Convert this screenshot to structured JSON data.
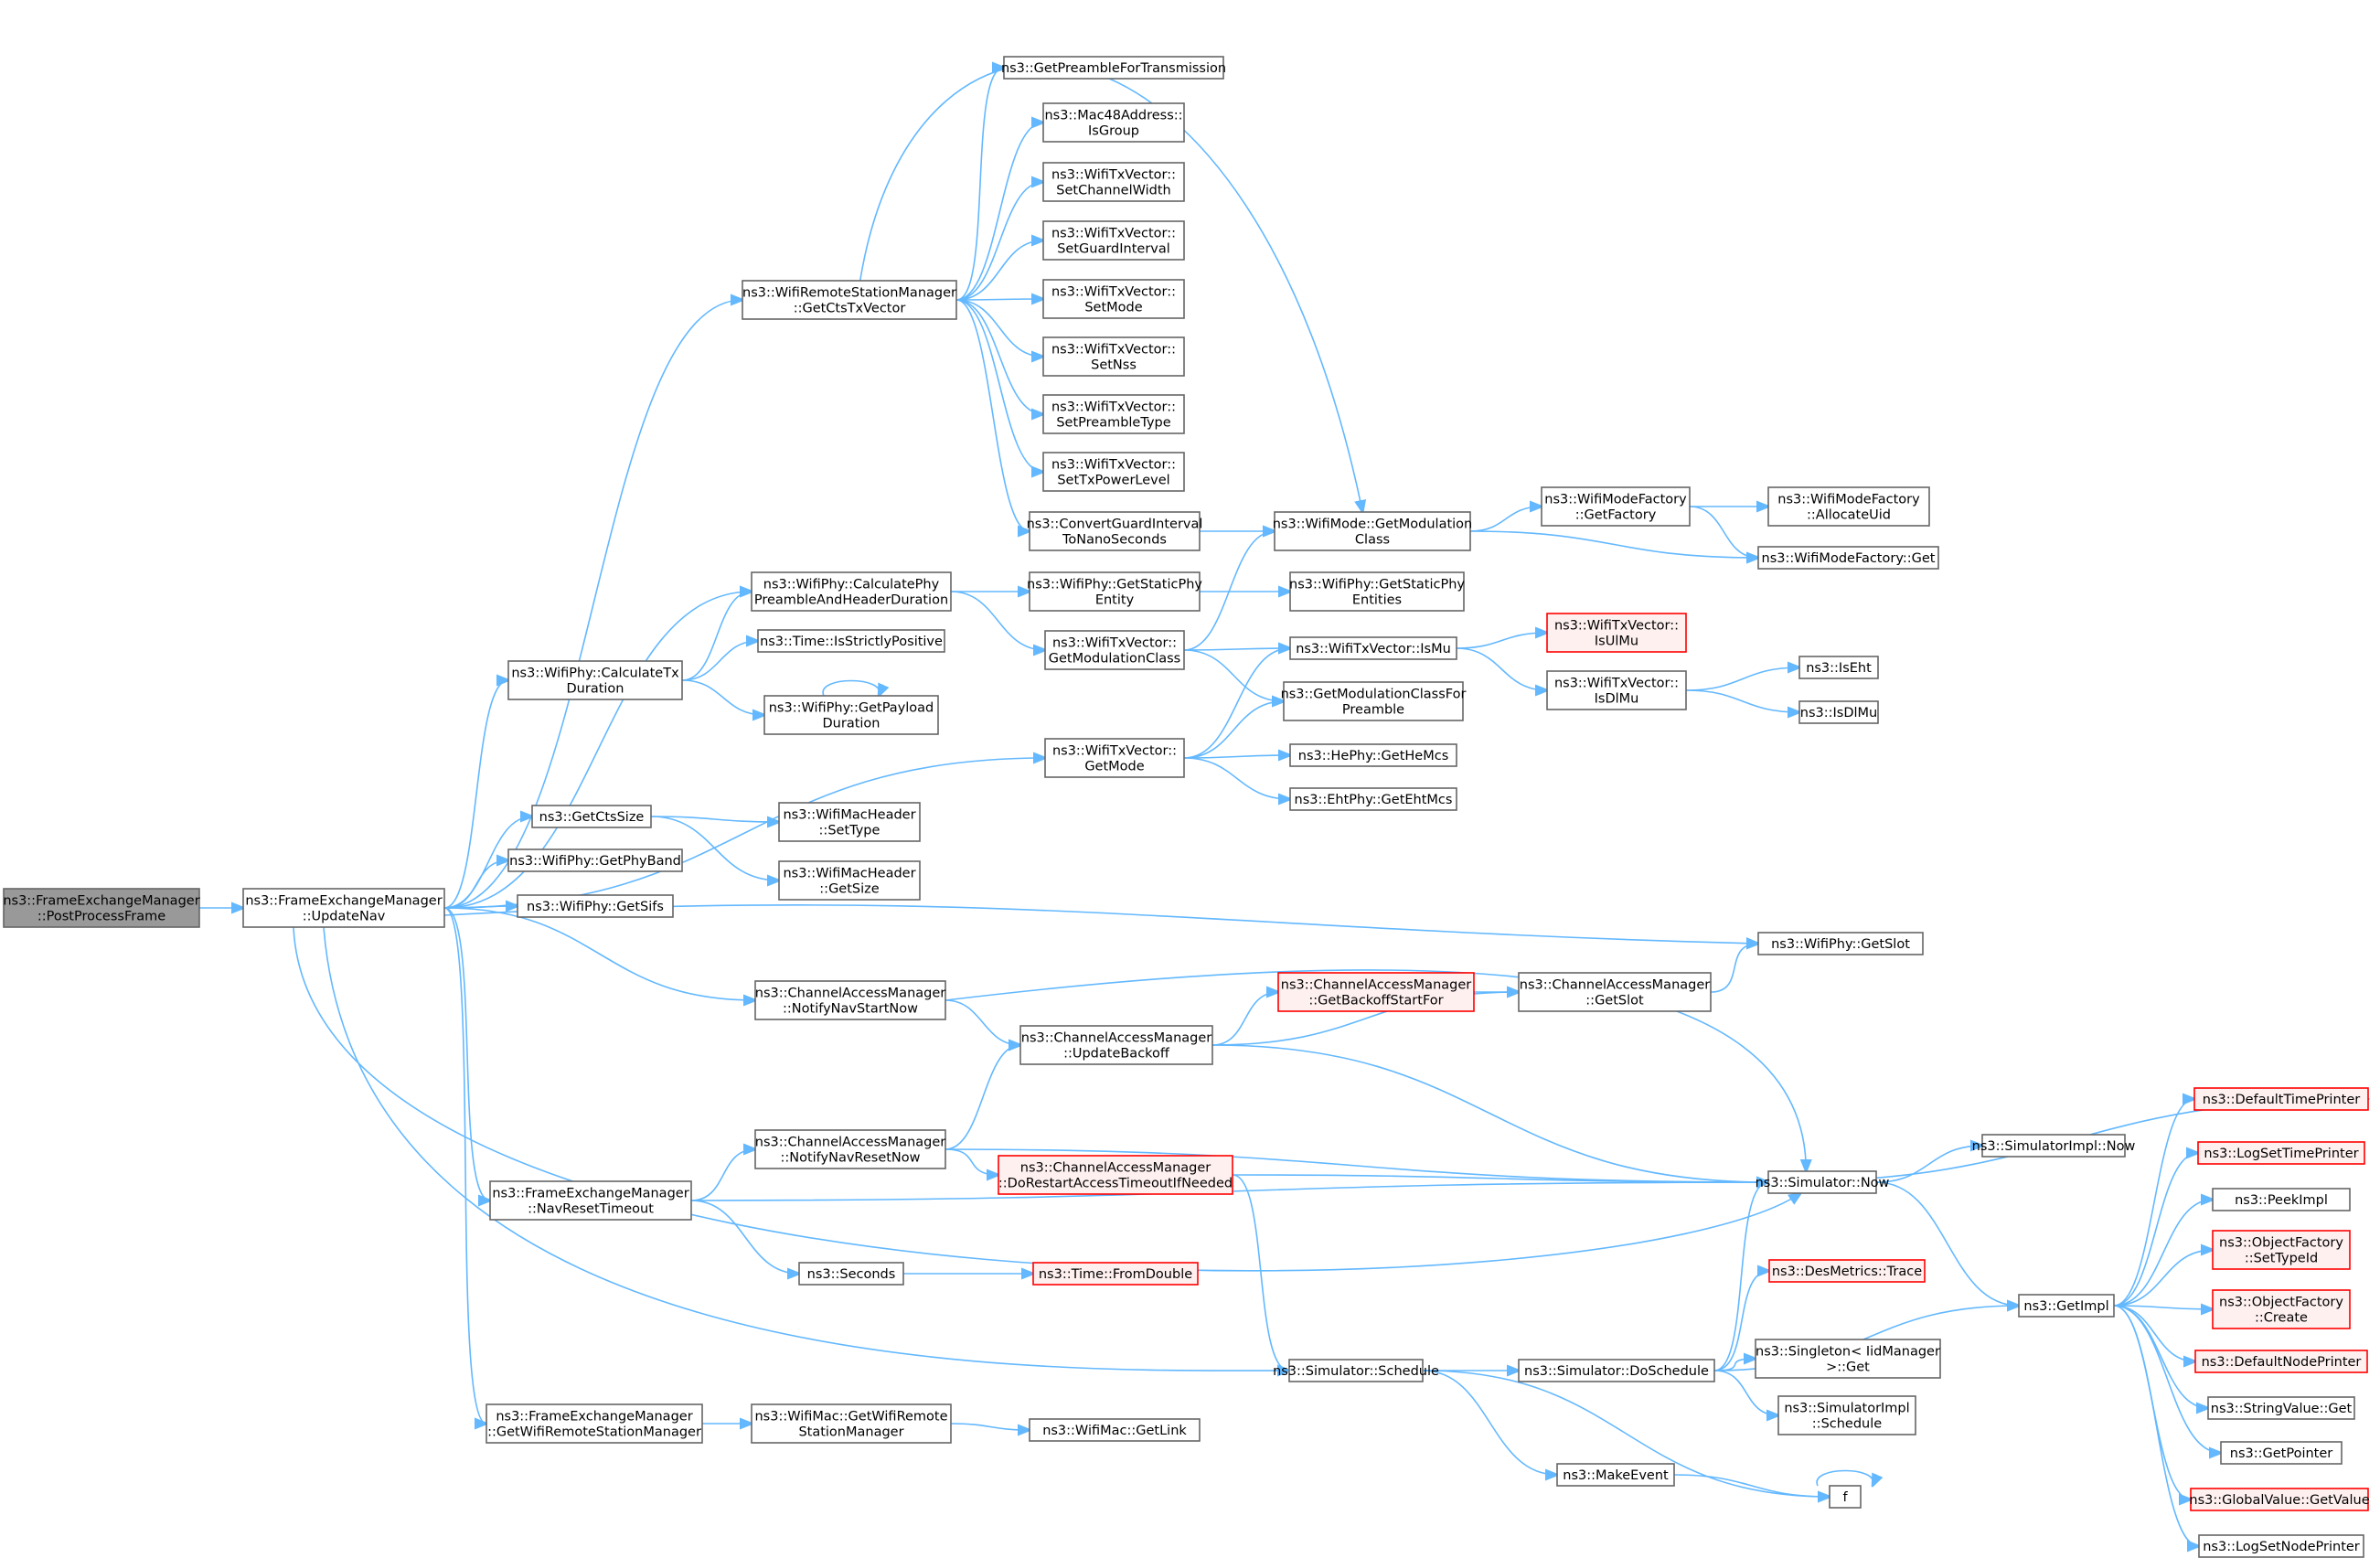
{
  "nodes": [
    {
      "id": "root",
      "lines": [
        "ns3::FrameExchangeManager",
        "::PostProcessFrame"
      ],
      "style": "root"
    },
    {
      "id": "updatenav",
      "lines": [
        "ns3::FrameExchangeManager",
        "::UpdateNav"
      ]
    },
    {
      "id": "getctstxvector",
      "lines": [
        "ns3::WifiRemoteStationManager",
        "::GetCtsTxVector"
      ]
    },
    {
      "id": "getpreamblefortx",
      "lines": [
        "ns3::GetPreambleForTransmission"
      ]
    },
    {
      "id": "isgroup",
      "lines": [
        "ns3::Mac48Address::",
        "IsGroup"
      ]
    },
    {
      "id": "setchannelwidth",
      "lines": [
        "ns3::WifiTxVector::",
        "SetChannelWidth"
      ]
    },
    {
      "id": "setguardinterval",
      "lines": [
        "ns3::WifiTxVector::",
        "SetGuardInterval"
      ]
    },
    {
      "id": "setmode",
      "lines": [
        "ns3::WifiTxVector::",
        "SetMode"
      ]
    },
    {
      "id": "setnss",
      "lines": [
        "ns3::WifiTxVector::",
        "SetNss"
      ]
    },
    {
      "id": "setpreambletype",
      "lines": [
        "ns3::WifiTxVector::",
        "SetPreambleType"
      ]
    },
    {
      "id": "settxpowerlevel",
      "lines": [
        "ns3::WifiTxVector::",
        "SetTxPowerLevel"
      ]
    },
    {
      "id": "convertgi",
      "lines": [
        "ns3::ConvertGuardInterval",
        "ToNanoSeconds"
      ]
    },
    {
      "id": "getmodclass",
      "lines": [
        "ns3::WifiMode::GetModulation",
        "Class"
      ]
    },
    {
      "id": "getfactory",
      "lines": [
        "ns3::WifiModeFactory",
        "::GetFactory"
      ]
    },
    {
      "id": "allocateuid",
      "lines": [
        "ns3::WifiModeFactory",
        "::AllocateUid"
      ]
    },
    {
      "id": "modefactoryget",
      "lines": [
        "ns3::WifiModeFactory::Get"
      ]
    },
    {
      "id": "calcpreamble",
      "lines": [
        "ns3::WifiPhy::CalculatePhy",
        "PreambleAndHeaderDuration"
      ]
    },
    {
      "id": "getstaticphyentity",
      "lines": [
        "ns3::WifiPhy::GetStaticPhy",
        "Entity"
      ]
    },
    {
      "id": "getstaticphyentities",
      "lines": [
        "ns3::WifiPhy::GetStaticPhy",
        "Entities"
      ]
    },
    {
      "id": "txvgetmodclass",
      "lines": [
        "ns3::WifiTxVector::",
        "GetModulationClass"
      ]
    },
    {
      "id": "isstrictlypositive",
      "lines": [
        "ns3::Time::IsStrictlyPositive"
      ]
    },
    {
      "id": "calctxduration",
      "lines": [
        "ns3::WifiPhy::CalculateTx",
        "Duration"
      ]
    },
    {
      "id": "getpayloadduration",
      "lines": [
        "ns3::WifiPhy::GetPayload",
        "Duration"
      ]
    },
    {
      "id": "ismu",
      "lines": [
        "ns3::WifiTxVector::IsMu"
      ]
    },
    {
      "id": "isulmu",
      "lines": [
        "ns3::WifiTxVector::",
        "IsUlMu"
      ],
      "style": "red"
    },
    {
      "id": "isdlmu",
      "lines": [
        "ns3::WifiTxVector::",
        "IsDlMu"
      ]
    },
    {
      "id": "iseht",
      "lines": [
        "ns3::IsEht"
      ]
    },
    {
      "id": "isdlmu2",
      "lines": [
        "ns3::IsDlMu"
      ]
    },
    {
      "id": "getmodclassforpreamble",
      "lines": [
        "ns3::GetModulationClassFor",
        "Preamble"
      ]
    },
    {
      "id": "txvgetmode",
      "lines": [
        "ns3::WifiTxVector::",
        "GetMode"
      ]
    },
    {
      "id": "gethemcs",
      "lines": [
        "ns3::HePhy::GetHeMcs"
      ]
    },
    {
      "id": "getehtmcs",
      "lines": [
        "ns3::EhtPhy::GetEhtMcs"
      ]
    },
    {
      "id": "getctssize",
      "lines": [
        "ns3::GetCtsSize"
      ]
    },
    {
      "id": "settype",
      "lines": [
        "ns3::WifiMacHeader",
        "::SetType"
      ]
    },
    {
      "id": "getsize",
      "lines": [
        "ns3::WifiMacHeader",
        "::GetSize"
      ]
    },
    {
      "id": "getphyband",
      "lines": [
        "ns3::WifiPhy::GetPhyBand"
      ]
    },
    {
      "id": "getsifs",
      "lines": [
        "ns3::WifiPhy::GetSifs"
      ]
    },
    {
      "id": "getslotphy",
      "lines": [
        "ns3::WifiPhy::GetSlot"
      ]
    },
    {
      "id": "notifynavstartnow",
      "lines": [
        "ns3::ChannelAccessManager",
        "::NotifyNavStartNow"
      ]
    },
    {
      "id": "getbackoffstartfor",
      "lines": [
        "ns3::ChannelAccessManager",
        "::GetBackoffStartFor"
      ],
      "style": "red"
    },
    {
      "id": "camgetslot",
      "lines": [
        "ns3::ChannelAccessManager",
        "::GetSlot"
      ]
    },
    {
      "id": "updatebackoff",
      "lines": [
        "ns3::ChannelAccessManager",
        "::UpdateBackoff"
      ]
    },
    {
      "id": "notifynavresetnow",
      "lines": [
        "ns3::ChannelAccessManager",
        "::NotifyNavResetNow"
      ]
    },
    {
      "id": "dorestart",
      "lines": [
        "ns3::ChannelAccessManager",
        "::DoRestartAccessTimeoutIfNeeded"
      ],
      "style": "red"
    },
    {
      "id": "navresettimeout",
      "lines": [
        "ns3::FrameExchangeManager",
        "::NavResetTimeout"
      ]
    },
    {
      "id": "simnow",
      "lines": [
        "ns3::Simulator::Now"
      ]
    },
    {
      "id": "simimplnow",
      "lines": [
        "ns3::SimulatorImpl::Now"
      ]
    },
    {
      "id": "seconds",
      "lines": [
        "ns3::Seconds"
      ]
    },
    {
      "id": "fromdouble",
      "lines": [
        "ns3::Time::FromDouble"
      ],
      "style": "red"
    },
    {
      "id": "desmetrics",
      "lines": [
        "ns3::DesMetrics::Trace"
      ],
      "style": "red"
    },
    {
      "id": "getimpl",
      "lines": [
        "ns3::GetImpl"
      ]
    },
    {
      "id": "singleton",
      "lines": [
        "ns3::Singleton< IidManager",
        ">::Get"
      ]
    },
    {
      "id": "schedule",
      "lines": [
        "ns3::Simulator::Schedule"
      ]
    },
    {
      "id": "doschedule",
      "lines": [
        "ns3::Simulator::DoSchedule"
      ]
    },
    {
      "id": "simimplschedule",
      "lines": [
        "ns3::SimulatorImpl",
        "::Schedule"
      ]
    },
    {
      "id": "makeevent",
      "lines": [
        "ns3::MakeEvent"
      ]
    },
    {
      "id": "f",
      "lines": [
        "f"
      ]
    },
    {
      "id": "getwrsm",
      "lines": [
        "ns3::FrameExchangeManager",
        "::GetWifiRemoteStationManager"
      ]
    },
    {
      "id": "macgetwrsm",
      "lines": [
        "ns3::WifiMac::GetWifiRemote",
        "StationManager"
      ]
    },
    {
      "id": "getlink",
      "lines": [
        "ns3::WifiMac::GetLink"
      ]
    },
    {
      "id": "defaulttimeprinter",
      "lines": [
        "ns3::DefaultTimePrinter"
      ],
      "style": "red"
    },
    {
      "id": "logsettimeprinter",
      "lines": [
        "ns3::LogSetTimePrinter"
      ],
      "style": "red"
    },
    {
      "id": "peekimpl",
      "lines": [
        "ns3::PeekImpl"
      ]
    },
    {
      "id": "settypeid",
      "lines": [
        "ns3::ObjectFactory",
        "::SetTypeId"
      ],
      "style": "red"
    },
    {
      "id": "objcreate",
      "lines": [
        "ns3::ObjectFactory",
        "::Create"
      ],
      "style": "red"
    },
    {
      "id": "defaultnodeprinter",
      "lines": [
        "ns3::DefaultNodePrinter"
      ],
      "style": "red"
    },
    {
      "id": "stringvalueget",
      "lines": [
        "ns3::StringValue::Get"
      ]
    },
    {
      "id": "getpointer",
      "lines": [
        "ns3::GetPointer"
      ]
    },
    {
      "id": "globalvalue",
      "lines": [
        "ns3::GlobalValue::GetValue"
      ],
      "style": "red"
    },
    {
      "id": "logsetnodeprinter",
      "lines": [
        "ns3::LogSetNodePrinter"
      ]
    }
  ]
}
